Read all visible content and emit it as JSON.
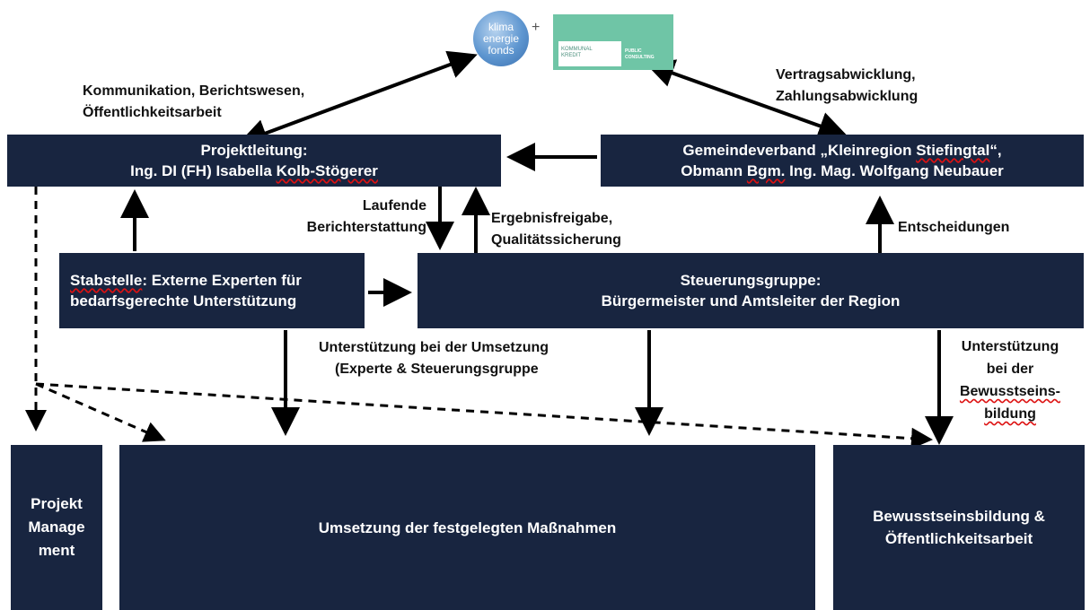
{
  "logos": {
    "klima_lines": [
      "klima",
      "energie",
      "fonds"
    ],
    "plus": "+",
    "kpc_left_lines": [
      "KOMMUNAL",
      "KREDIT"
    ],
    "kpc_right_lines": [
      "PUBLIC",
      "CONSULTING"
    ]
  },
  "boxes": {
    "projektleitung": {
      "line1": "Projektleitung:",
      "line2a": "Ing. DI (FH) Isabella ",
      "line2b": "Kolb-Stögerer"
    },
    "gemeindeverband": {
      "line1a": "Gemeindeverband „Kleinregion ",
      "line1b": "Stiefingtal",
      "line1c": "“,",
      "line2a": "Obmann ",
      "line2b": "Bgm.",
      "line2c": " Ing. Mag. Wolfgang Neubauer"
    },
    "stabstelle": {
      "line1a": "Stabstelle",
      "line1b": ": Externe Experten für",
      "line2": "bedarfsgerechte Unterstützung"
    },
    "steuerungsgruppe": {
      "line1": "Steuerungsgruppe:",
      "line2": "Bürgermeister und Amtsleiter der Region"
    },
    "projekt_management": {
      "line1": "Projekt",
      "line2": "Manage",
      "line3": "ment"
    },
    "umsetzung": {
      "text": "Umsetzung der festgelegten Maßnahmen"
    },
    "bewusstsein": {
      "line1": "Bewusstseinsbildung &",
      "line2": "Öffentlichkeitsarbeit"
    }
  },
  "labels": {
    "kommunikation": {
      "line1": "Kommunikation, Berichtswesen,",
      "line2": "Öffentlichkeitsarbeit"
    },
    "vertrag": {
      "line1": "Vertragsabwicklung,",
      "line2": "Zahlungsabwicklung"
    },
    "laufende": {
      "line1": "Laufende",
      "line2": "Berichterstattung"
    },
    "ergebnis": {
      "line1": "Ergebnisfreigabe,",
      "line2": "Qualitätssicherung"
    },
    "entscheidungen": "Entscheidungen",
    "unterstuetzung_umsetzung": {
      "line1": "Unterstützung bei der Umsetzung",
      "line2": "(Experte & Steuerungsgruppe"
    },
    "unterstuetzung_bewusstsein": {
      "line1": "Unterstützung",
      "line2": "bei der",
      "line3": "Bewusstseins-",
      "line4": "bildung"
    }
  },
  "colors": {
    "box_fill": "#182540",
    "box_text": "#ffffff",
    "arrow": "#000000",
    "spell_underline": "#dd1111"
  }
}
